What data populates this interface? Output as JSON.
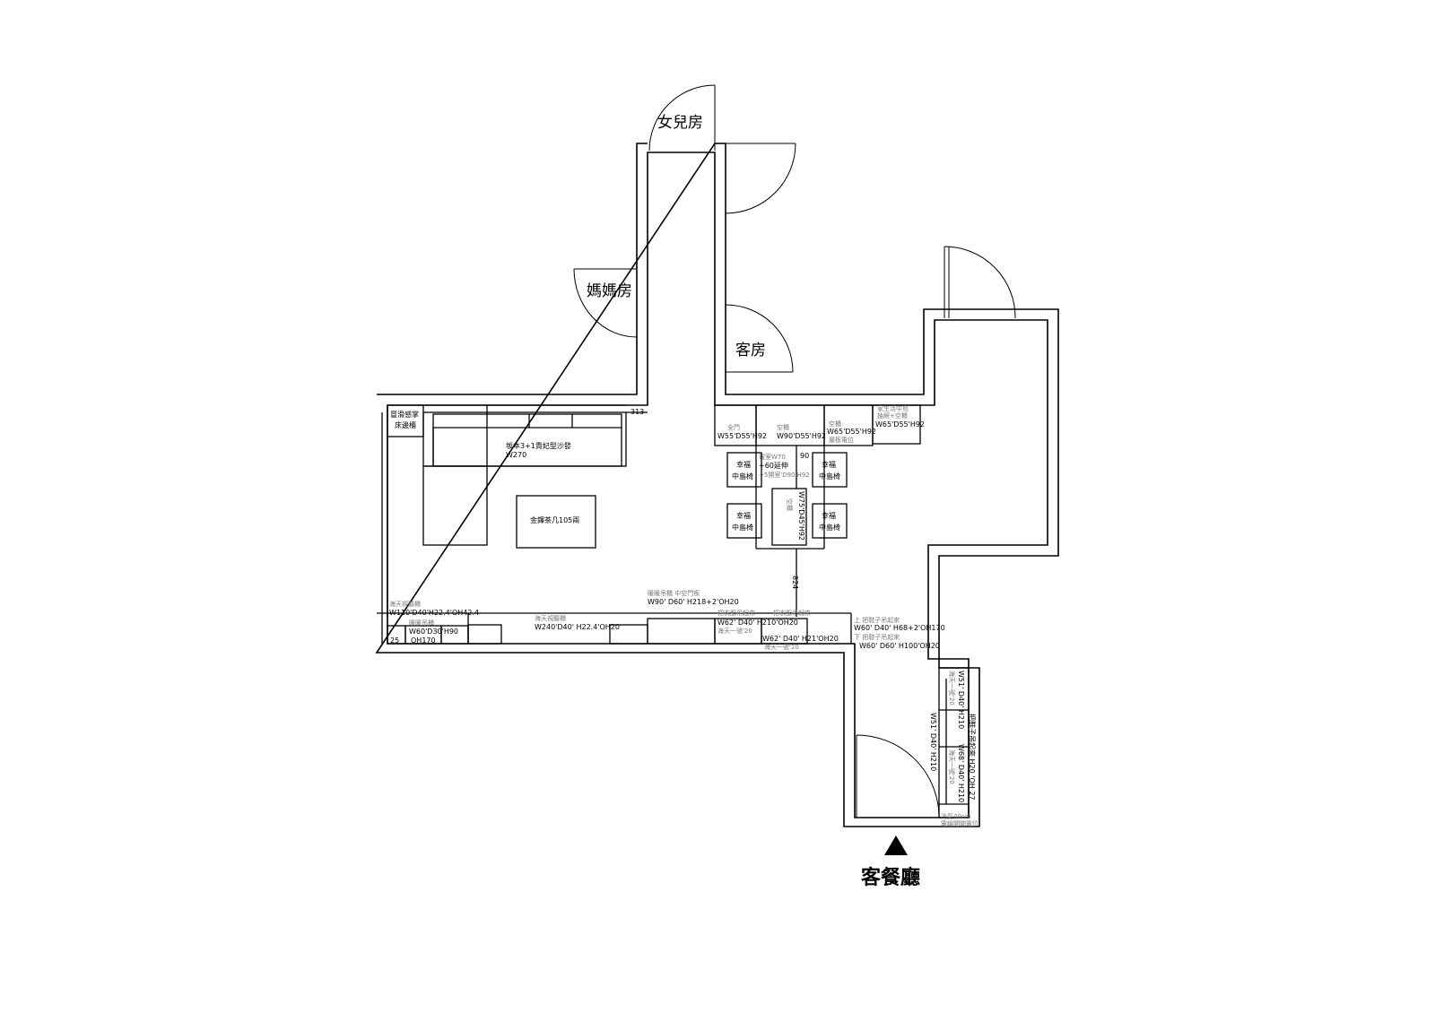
{
  "rooms": {
    "daughter": "女兒房",
    "mother": "媽媽房",
    "guest": "客房",
    "living_dining": "客餐廳"
  },
  "furniture": {
    "heater_1": "冒滑感掌",
    "heater_2": "床邊櫃",
    "sofa": "坂本3+1貴妃型沙發",
    "sofa_size": "W270",
    "coffee_table": "金鐸茶几105兩",
    "dim_313": "313",
    "cab1_name": "全門",
    "cab1_size": "W55'D55'H92",
    "cab2_name": "空櫃",
    "cab2_size": "W90'D55'H92",
    "cab3_name": "空櫃",
    "cab3_size": "W65'D55'H92",
    "cab3_note": "層板電位",
    "cab4_name1": "家生活中島",
    "cab4_name2": "抽屜+空櫃",
    "cab4_size": "W65'D55'H92",
    "chair": "幸福",
    "chair2": "中島椅",
    "island_1": "電室W70",
    "island_2": "+60延伸",
    "island_3": "+5開室'D90'H92",
    "island_num": "90",
    "island_table": "W75'D45'H92",
    "island_table_note": "空櫃",
    "dim_824": "824",
    "tv_left_name": "海天視聽櫃",
    "tv_left_size": "W110'D40'H22.4'OH42.4",
    "hang_name": "暖暖吊櫃",
    "hang_size": "W60'D30'H90",
    "oh170": "OH170",
    "dim_25": "25",
    "tv_main_name": "海天視聽櫃",
    "tv_main_size": "W240'D40' H22.4'OH20",
    "hang2_name": "暖暖吊櫃 中空門板",
    "hang2_size": "W90' D60' H218+2'OH20",
    "cabA_name": "把衣服吊起來",
    "cabA_size": "W62' D40' H210'OH20",
    "cabA_note": "海天一號'20",
    "cabB_name": "把衣服吊起來",
    "cabB_size": "W62' D40' H21'OH20",
    "cabB_note": "海天一號'20",
    "cabC_name": "上 把鞋子吊起來",
    "cabC_size": "W60' D40' H68+2'OH170",
    "cabD_name": "下 把鞋子吊起來",
    "cabD_size": "W60' D60' H100'OH20",
    "right_1": "W51' D40' H210",
    "right_1_note": "海天一號'20",
    "right_2": "把鞋子吊起來 H20 'OH 27",
    "right_3": "W68' D40' H210",
    "right_3_note": "海天一號'20",
    "right_side": "W51' D40' H210",
    "bottom_note_1": "冷氣40cm",
    "bottom_note_2": "電線開關電位"
  }
}
